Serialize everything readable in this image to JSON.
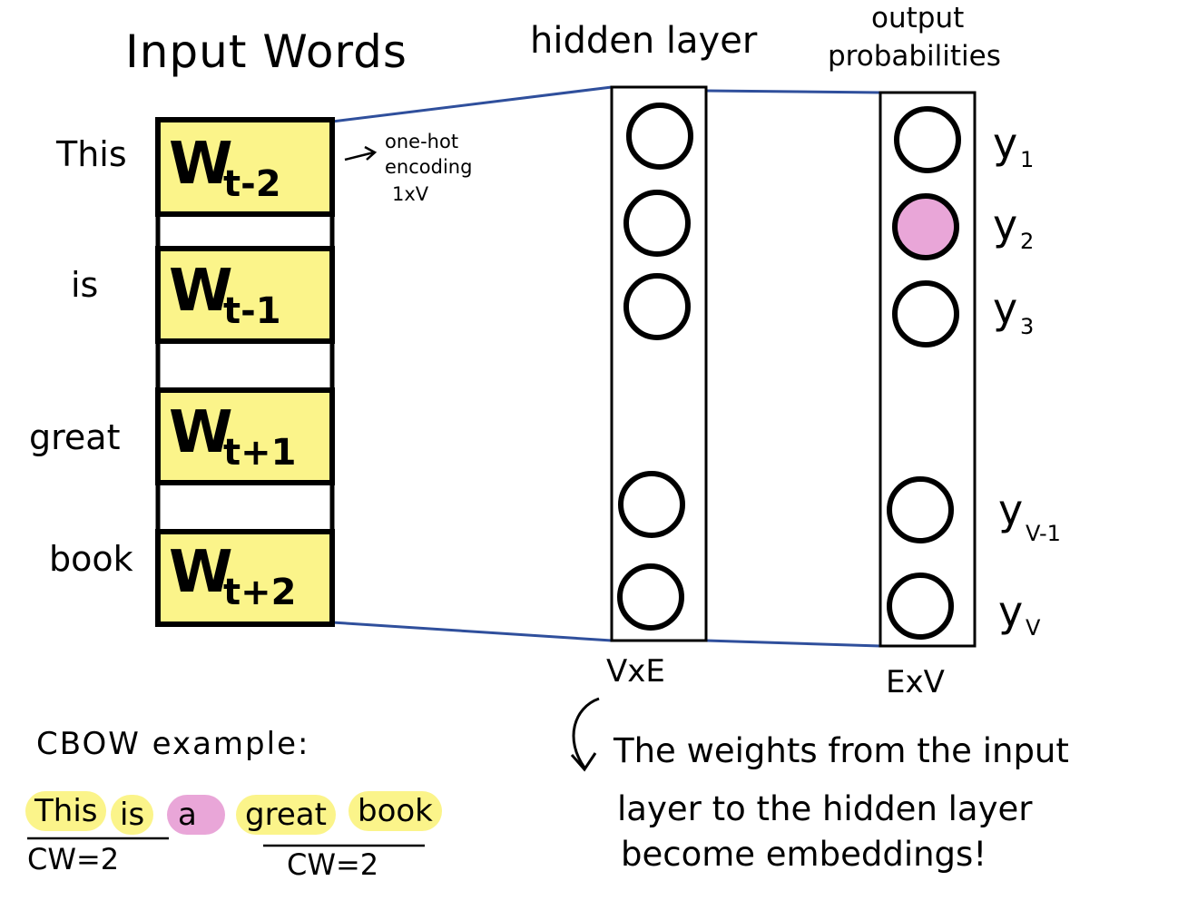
{
  "headings": {
    "input_words": "Input Words",
    "hidden_layer": "hidden layer",
    "output_line1": "output",
    "output_line2": "probabilities"
  },
  "input_words": [
    {
      "word": "This",
      "base": "W",
      "sub": "t-2"
    },
    {
      "word": "is",
      "base": "W",
      "sub": "t-1"
    },
    {
      "word": "great",
      "base": "W",
      "sub": "t+1"
    },
    {
      "word": "book",
      "base": "W",
      "sub": "t+2"
    }
  ],
  "one_hot_note": [
    "one-hot",
    "encoding",
    "1xV"
  ],
  "hidden_dim_label": "VxE",
  "output_dim_label": "ExV",
  "outputs": [
    {
      "base": "y",
      "sub": "1",
      "highlighted": false
    },
    {
      "base": "y",
      "sub": "2",
      "highlighted": true
    },
    {
      "base": "y",
      "sub": "3",
      "highlighted": false
    },
    {
      "base": "y",
      "sub": "V-1",
      "highlighted": false
    },
    {
      "base": "y",
      "sub": "V",
      "highlighted": false
    }
  ],
  "cbow": {
    "title": "CBOW example:",
    "tokens": [
      {
        "text": "This",
        "highlight": "yellow"
      },
      {
        "text": "is",
        "highlight": "yellow"
      },
      {
        "text": "a",
        "highlight": "pink"
      },
      {
        "text": "great",
        "highlight": "yellow"
      },
      {
        "text": "book",
        "highlight": "yellow"
      }
    ],
    "left_window": "CW=2",
    "right_window": "CW=2"
  },
  "note_lines": [
    "The weights from the input",
    "layer to the hidden layer",
    "become embeddings!"
  ],
  "colors": {
    "input_fill": "#fbf48a",
    "highlight_yellow": "#fbf48a",
    "highlight_pink": "#e9a6d8",
    "active_neuron": "#e9a6d8",
    "connector": "#2f4f9c",
    "ink": "#000000"
  },
  "icons": [
    "arrow-right-icon",
    "curved-arrow-icon"
  ]
}
